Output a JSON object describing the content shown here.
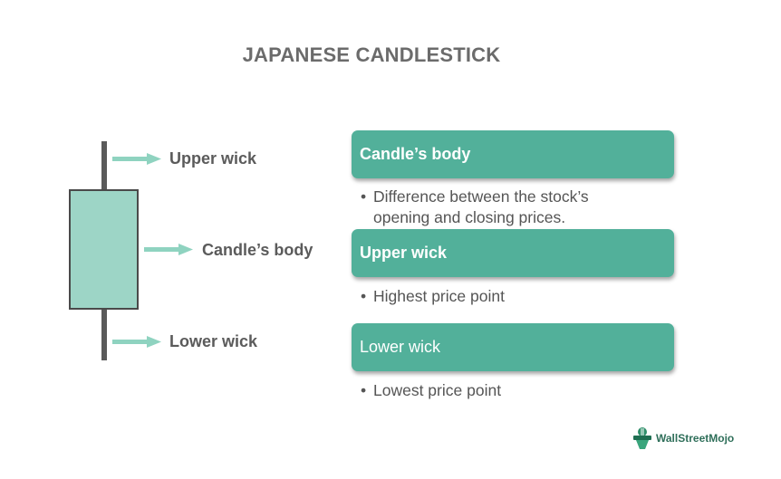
{
  "title": "JAPANESE CANDLESTICK",
  "diagram": {
    "upper_wick_label": "Upper wick",
    "body_label": "Candle’s body",
    "lower_wick_label": "Lower wick"
  },
  "cards": [
    {
      "heading": "Candle’s body",
      "bullet_lines": [
        "Difference between the stock’s",
        "opening and closing prices."
      ]
    },
    {
      "heading": "Upper wick",
      "bullet_lines": [
        "Highest price point"
      ]
    },
    {
      "heading": "Lower wick",
      "bullet_lines": [
        "Lowest price point"
      ]
    }
  ],
  "bullet_symbol": "•",
  "logo_text": "WallStreetMojo",
  "colors": {
    "card": "#52b09a",
    "candle_body": "#9dd5c6",
    "arrow": "#8fd3c0",
    "wick": "#5a5a5a",
    "title": "#6b6b6b"
  }
}
